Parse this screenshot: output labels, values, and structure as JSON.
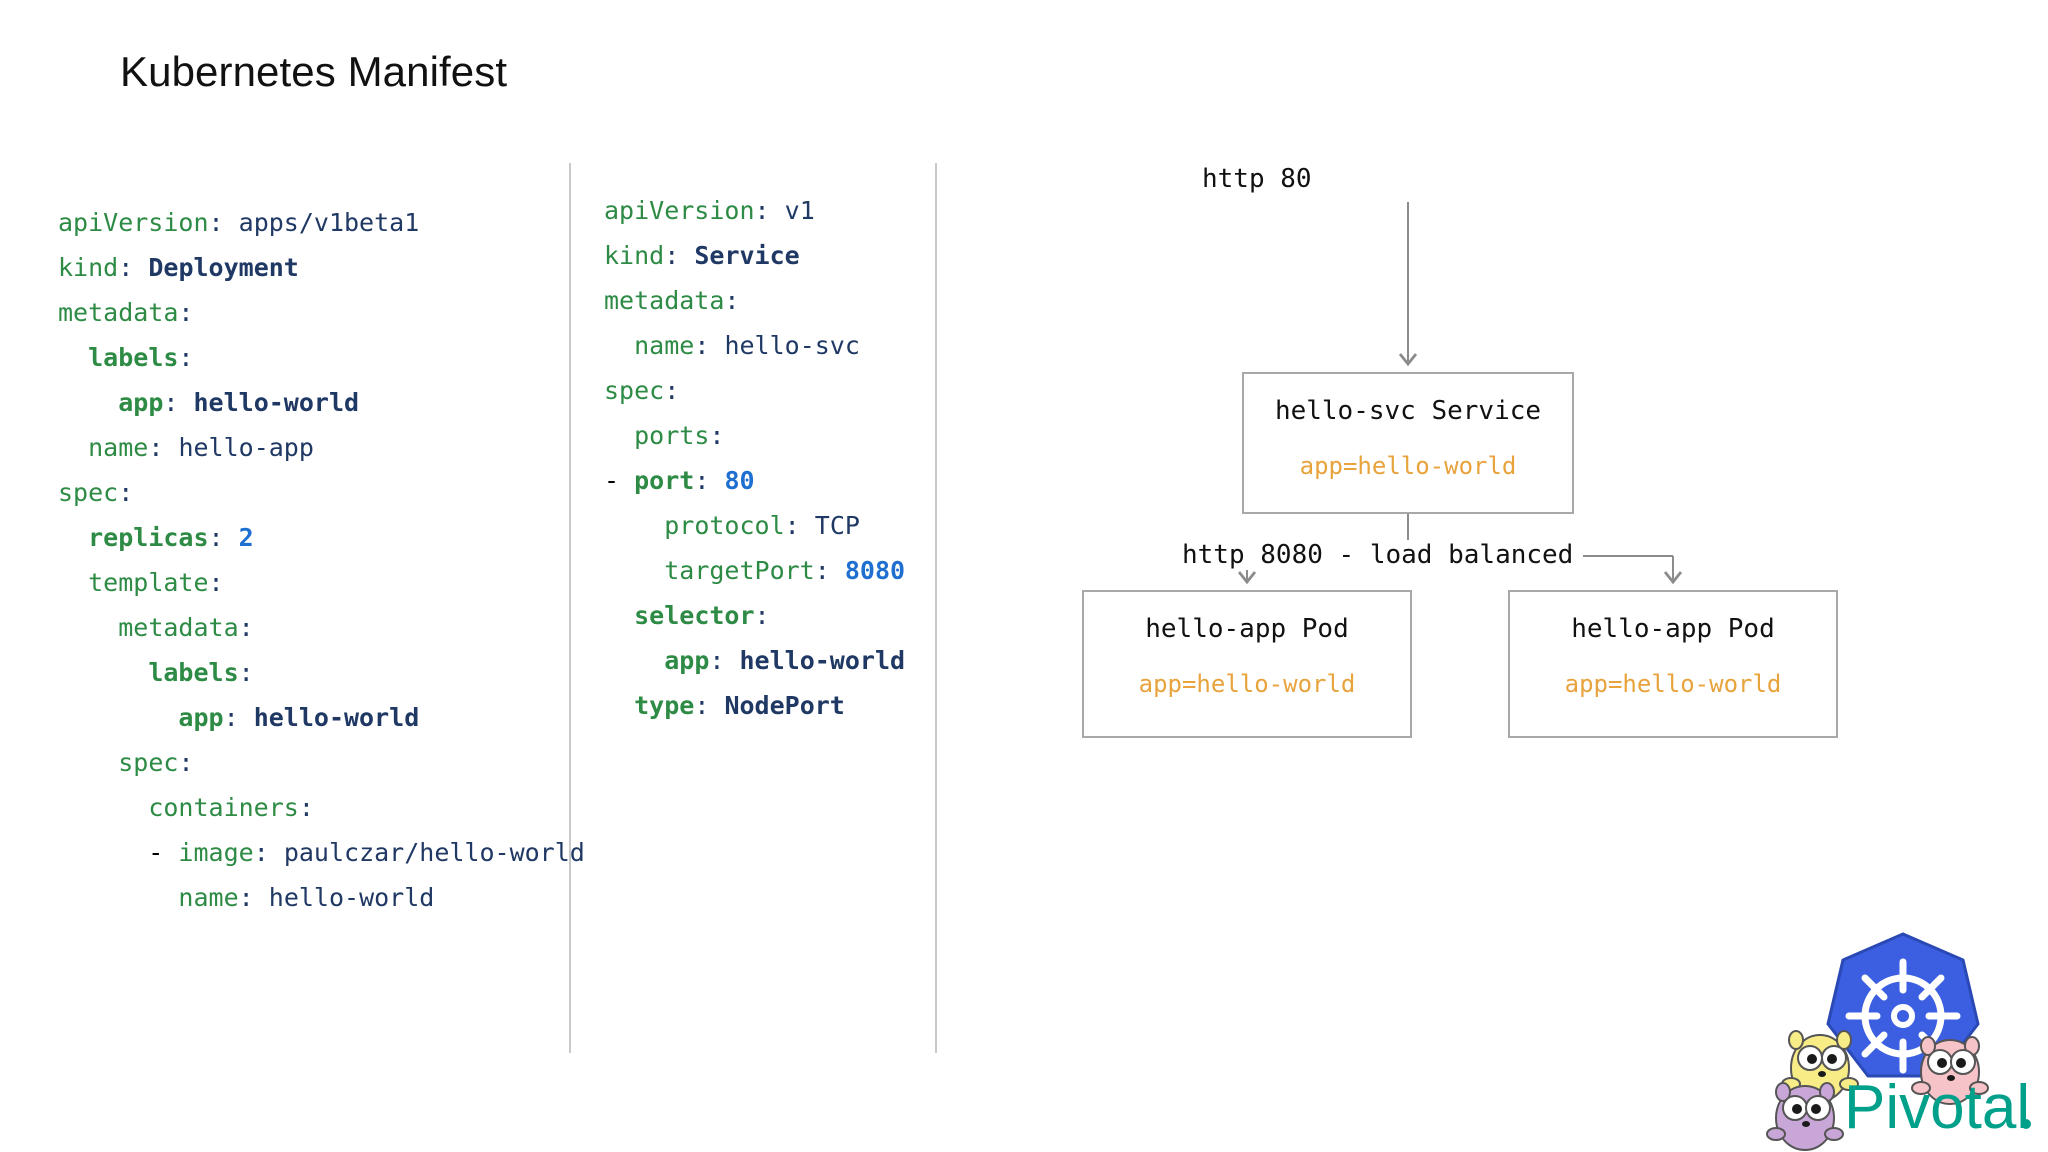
{
  "slide": {
    "title": "Kubernetes Manifest"
  },
  "deployment_yaml": {
    "name": "deployment-manifest",
    "lines": [
      {
        "indent": 0,
        "key": "apiVersion",
        "key_bold": false,
        "value": "apps/v1beta1",
        "value_bold": false,
        "value_type": "string"
      },
      {
        "indent": 0,
        "key": "kind",
        "key_bold": false,
        "value": "Deployment",
        "value_bold": true,
        "value_type": "string"
      },
      {
        "indent": 0,
        "key": "metadata",
        "key_bold": false,
        "value": "",
        "value_bold": false,
        "value_type": "none"
      },
      {
        "indent": 1,
        "key": "labels",
        "key_bold": true,
        "value": "",
        "value_bold": false,
        "value_type": "none"
      },
      {
        "indent": 2,
        "key": "app",
        "key_bold": true,
        "value": "hello-world",
        "value_bold": true,
        "value_type": "string"
      },
      {
        "indent": 1,
        "key": "name",
        "key_bold": false,
        "value": "hello-app",
        "value_bold": false,
        "value_type": "string"
      },
      {
        "indent": 0,
        "key": "spec",
        "key_bold": false,
        "value": "",
        "value_bold": false,
        "value_type": "none"
      },
      {
        "indent": 1,
        "key": "replicas",
        "key_bold": true,
        "value": "2",
        "value_bold": true,
        "value_type": "number"
      },
      {
        "indent": 1,
        "key": "template",
        "key_bold": false,
        "value": "",
        "value_bold": false,
        "value_type": "none"
      },
      {
        "indent": 2,
        "key": "metadata",
        "key_bold": false,
        "value": "",
        "value_bold": false,
        "value_type": "none"
      },
      {
        "indent": 3,
        "key": "labels",
        "key_bold": true,
        "value": "",
        "value_bold": false,
        "value_type": "none"
      },
      {
        "indent": 4,
        "key": "app",
        "key_bold": true,
        "value": "hello-world",
        "value_bold": true,
        "value_type": "string"
      },
      {
        "indent": 2,
        "key": "spec",
        "key_bold": false,
        "value": "",
        "value_bold": false,
        "value_type": "none"
      },
      {
        "indent": 3,
        "key": "containers",
        "key_bold": false,
        "value": "",
        "value_bold": false,
        "value_type": "none"
      },
      {
        "indent": 3,
        "dash": true,
        "key": "image",
        "key_bold": false,
        "value": "paulczar/hello-world",
        "value_bold": false,
        "value_type": "string"
      },
      {
        "indent": 4,
        "key": "name",
        "key_bold": false,
        "value": "hello-world",
        "value_bold": false,
        "value_type": "string"
      }
    ]
  },
  "service_yaml": {
    "name": "service-manifest",
    "lines": [
      {
        "indent": 0,
        "key": "apiVersion",
        "key_bold": false,
        "value": "v1",
        "value_bold": false,
        "value_type": "string"
      },
      {
        "indent": 0,
        "key": "kind",
        "key_bold": false,
        "value": "Service",
        "value_bold": true,
        "value_type": "string"
      },
      {
        "indent": 0,
        "key": "metadata",
        "key_bold": false,
        "value": "",
        "value_bold": false,
        "value_type": "none"
      },
      {
        "indent": 1,
        "key": "name",
        "key_bold": false,
        "value": "hello-svc",
        "value_bold": false,
        "value_type": "string"
      },
      {
        "indent": 0,
        "key": "spec",
        "key_bold": false,
        "value": "",
        "value_bold": false,
        "value_type": "none"
      },
      {
        "indent": 1,
        "key": "ports",
        "key_bold": false,
        "value": "",
        "value_bold": false,
        "value_type": "none"
      },
      {
        "indent": 0,
        "dash": true,
        "key": "port",
        "key_bold": true,
        "value": "80",
        "value_bold": true,
        "value_type": "number"
      },
      {
        "indent": 2,
        "key": "protocol",
        "key_bold": false,
        "value": "TCP",
        "value_bold": false,
        "value_type": "string"
      },
      {
        "indent": 2,
        "key": "targetPort",
        "key_bold": false,
        "value": "8080",
        "value_bold": false,
        "value_type": "number"
      },
      {
        "indent": 1,
        "key": "selector",
        "key_bold": true,
        "value": "",
        "value_bold": false,
        "value_type": "none"
      },
      {
        "indent": 2,
        "key": "app",
        "key_bold": true,
        "value": "hello-world",
        "value_bold": true,
        "value_type": "string"
      },
      {
        "indent": 1,
        "key": "type",
        "key_bold": true,
        "value": "NodePort",
        "value_bold": true,
        "value_type": "string"
      }
    ]
  },
  "diagram": {
    "ingress_label": "http 80",
    "service": {
      "title": "hello-svc Service",
      "label": "app=hello-world"
    },
    "fanout_label": "http 8080 - load balanced",
    "pods": [
      {
        "title": "hello-app Pod",
        "label": "app=hello-world"
      },
      {
        "title": "hello-app Pod",
        "label": "app=hello-world"
      }
    ]
  },
  "logo": {
    "kubernetes_name": "kubernetes-logo",
    "gopher_name": "go-gopher-mascot",
    "wordmark": "Pivotal"
  },
  "colors": {
    "yaml_key": "#2e8b45",
    "yaml_value": "#1f3864",
    "yaml_number": "#1f6fd0",
    "diagram_label": "#e8a33d",
    "diagram_border": "#a8a8a8",
    "divider": "#c9c9c9",
    "kubernetes_blue": "#326ce5",
    "pivotal_teal": "#00a08b"
  }
}
